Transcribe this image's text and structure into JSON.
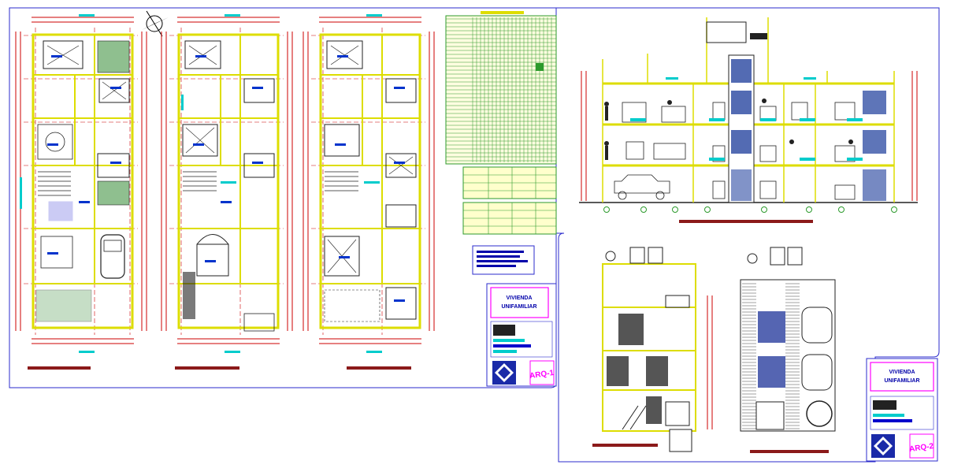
{
  "sheets": [
    {
      "id": "sheet-1",
      "title_block": {
        "title_line1": "VIVIENDA",
        "title_line2": "UNIFAMILIAR",
        "sheet_code": "ARQ-1"
      }
    },
    {
      "id": "sheet-2",
      "title_block": {
        "title_line1": "VIVIENDA",
        "title_line2": "UNIFAMILIAR",
        "sheet_code": "ARQ-2"
      }
    }
  ],
  "colors": {
    "sheet_border": "#2b2bcc",
    "walls": "#dddd00",
    "section_line": "#8b1a1a",
    "dimension": "#cc0000",
    "hatch": "#222222",
    "title_magenta": "#ff00ff",
    "table_green": "#2c9a2c",
    "cyan_accent": "#00cccc",
    "logo_blue": "#1a2aa8"
  },
  "icons": {
    "north_arrow": "north-arrow-icon",
    "logo": "company-logo-icon"
  }
}
